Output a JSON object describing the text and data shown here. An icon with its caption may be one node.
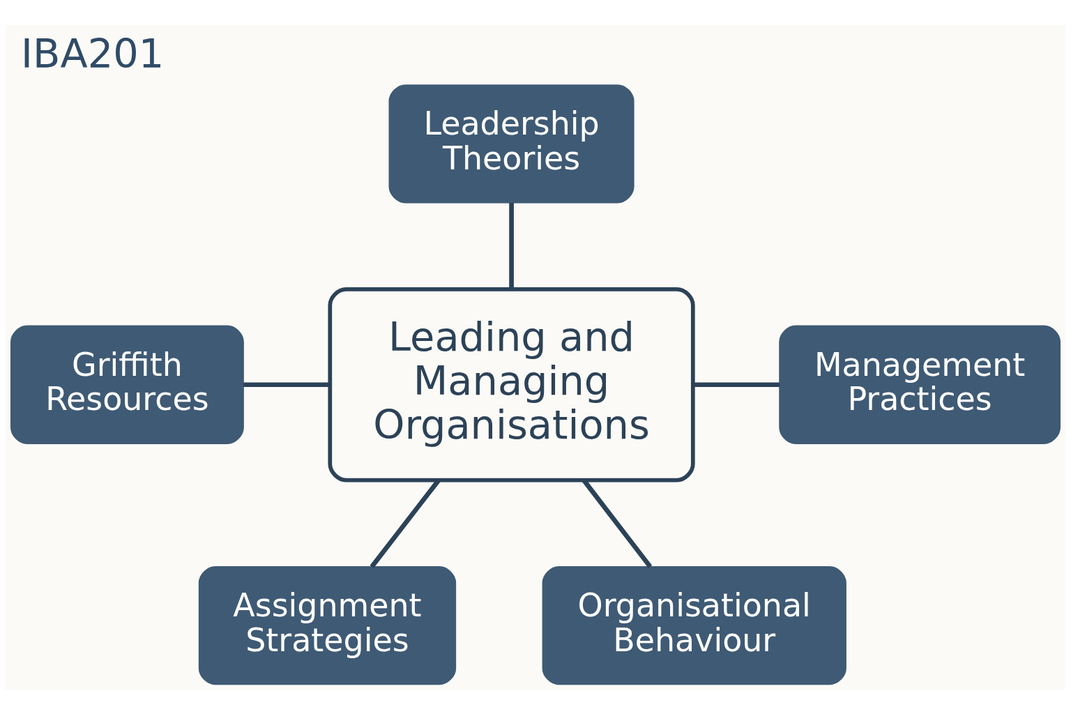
{
  "diagram": {
    "title": "IBA201",
    "nodes": [
      {
        "text": [
          "Leadership Theories"
        ]
      },
      {
        "text": [
          "Griffith Resources"
        ]
      },
      {
        "text": [
          "Leading and Managing Organisations"
        ]
      },
      {
        "text": [
          "Management Practices"
        ]
      },
      {
        "text": [
          "Assignment Strategies"
        ]
      },
      {
        "text": [
          "Organisational Behaviour"
        ]
      }
    ],
    "edges": [
      {
        "from": 0,
        "to": 2,
        "arrow": "none"
      },
      {
        "from": 1,
        "to": 2,
        "arrow": "none"
      },
      {
        "from": 2,
        "to": 3,
        "arrow": "none"
      },
      {
        "from": 2,
        "to": 4,
        "arrow": "none"
      },
      {
        "from": 2,
        "to": 5,
        "arrow": "none"
      }
    ]
  }
}
